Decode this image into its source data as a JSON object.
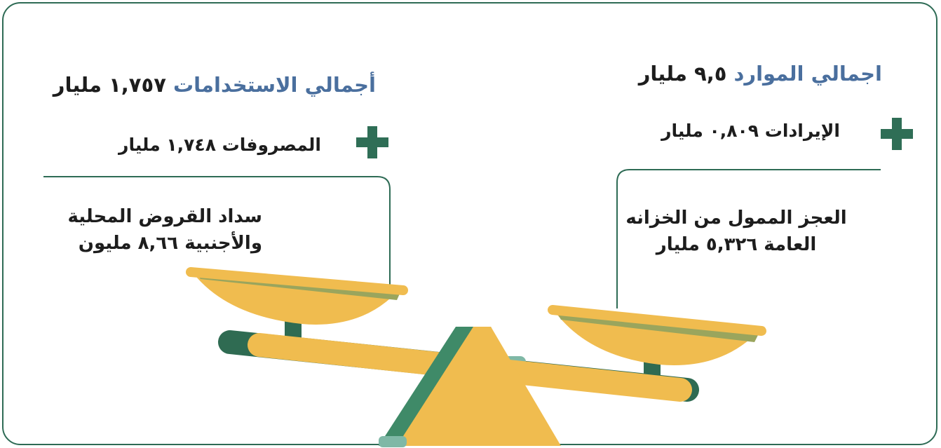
{
  "right": {
    "total_label": "اجمالي الموارد",
    "total_value": "٩,٥ مليار",
    "item_text": "الإيرادات ٠,٨٠٩ مليار",
    "note": "العجز الممول من الخزانه العامة ٥,٣٢٦ مليار"
  },
  "left": {
    "total_label": "أجمالي الاستخدامات",
    "total_value": "١,٧٥٧ مليار",
    "item_text": "المصروفات ١,٧٤٨ مليار",
    "note": "سداد القروض المحلية والأجنبية ٨,٦٦ مليون"
  },
  "colors": {
    "frame": "#2e6b55",
    "highlight": "#4a6f9e",
    "plus": "#2f6e56",
    "gold": "#f0bc4f",
    "olive": "#9aa55d",
    "green_dark": "#2f6b52",
    "green_mid": "#3f8a68",
    "teal_light": "#7fb8a6"
  }
}
